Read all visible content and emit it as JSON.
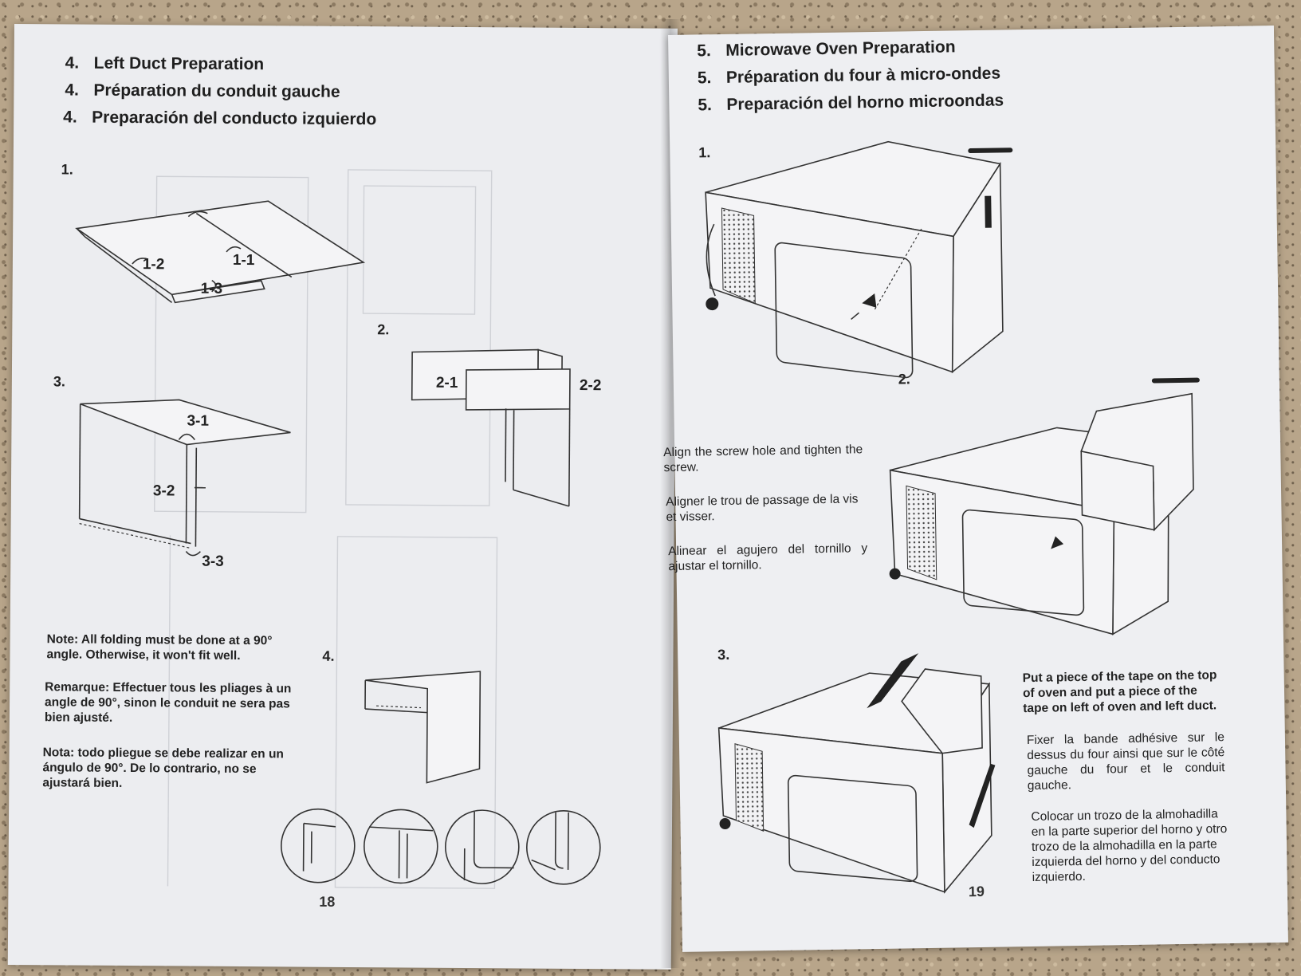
{
  "left_page": {
    "headings": [
      {
        "num": "4.",
        "text": "Left Duct Preparation"
      },
      {
        "num": "4.",
        "text": "Préparation du conduit gauche"
      },
      {
        "num": "4.",
        "text": "Preparación del conducto izquierdo"
      }
    ],
    "steps": {
      "s1": "1.",
      "s2": "2.",
      "s3": "3.",
      "s4": "4."
    },
    "labels": {
      "l1_1": "1-1",
      "l1_2": "1-2",
      "l1_3": "1-3",
      "l2_1": "2-1",
      "l2_2": "2-2",
      "l3_1": "3-1",
      "l3_2": "3-2",
      "l3_3": "3-3"
    },
    "notes": {
      "en": "Note: All folding must be done at a 90° angle. Otherwise, it won't fit well.",
      "fr": "Remarque: Effectuer tous les pliages à un angle de 90°, sinon le conduit ne sera pas bien ajusté.",
      "es": "Nota: todo pliegue se debe realizar en un ángulo de 90°. De lo contrario, no se ajustará bien."
    },
    "page_number": "18"
  },
  "right_page": {
    "headings": [
      {
        "num": "5.",
        "text": "Microwave Oven Preparation"
      },
      {
        "num": "5.",
        "text": "Préparation du four à micro-ondes"
      },
      {
        "num": "5.",
        "text": "Preparación del horno microondas"
      }
    ],
    "steps": {
      "s1": "1.",
      "s2": "2.",
      "s3": "3."
    },
    "step2_text": {
      "en": "Align the screw hole and tighten the screw.",
      "fr": "Aligner le trou de passage de la vis et visser.",
      "es": "Alinear el agujero del tornillo y ajustar el tornillo."
    },
    "step3_text": {
      "en": "Put a piece of the tape on the top of oven and put a piece of the tape on left of oven and left duct.",
      "fr": "Fixer la bande adhésive sur le dessus du four ainsi que sur le côté gauche du four et le conduit gauche.",
      "es": "Colocar un trozo de la almohadilla en la parte superior del horno y otro trozo de la almohadilla en la parte izquierda del horno y del conducto izquierdo."
    },
    "page_number": "19"
  },
  "colors": {
    "paper": "#ecedf0",
    "ink": "#222222",
    "counter": "#b8a58a"
  }
}
